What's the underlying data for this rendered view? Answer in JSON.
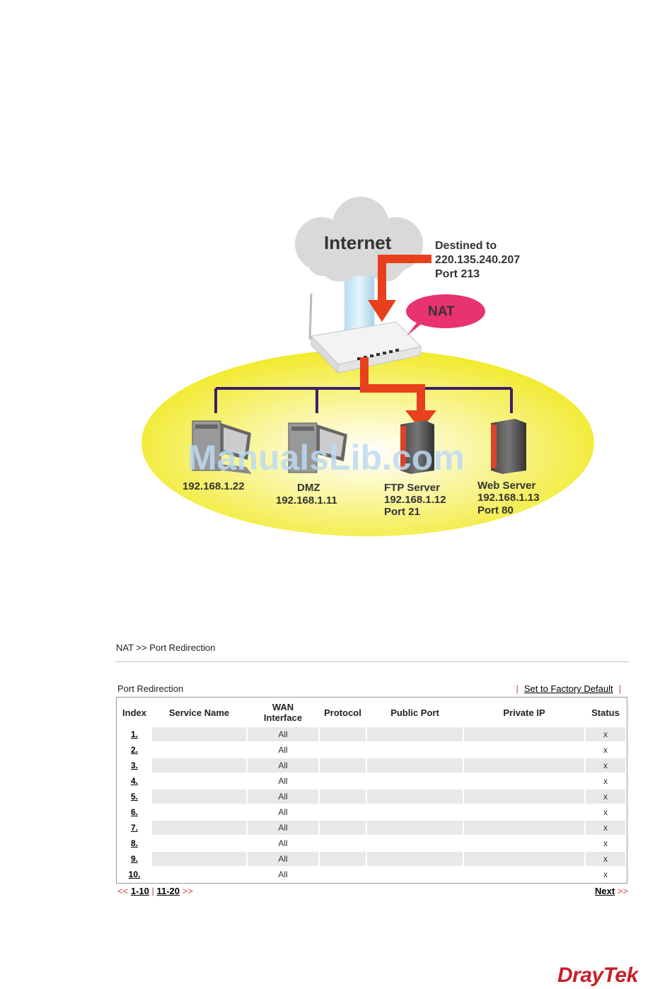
{
  "diagram": {
    "cloud_label": "Internet",
    "destination": [
      "Destined to",
      "220.135.240.207",
      "Port 213"
    ],
    "nat_bubble": "NAT",
    "hosts": [
      {
        "lines": [
          "192.168.1.22"
        ]
      },
      {
        "lines": [
          "DMZ",
          "192.168.1.11"
        ]
      },
      {
        "lines": [
          "FTP Server",
          "192.168.1.12",
          "Port 21"
        ]
      },
      {
        "lines": [
          "Web Server",
          "192.168.1.13",
          "Port 80"
        ]
      }
    ],
    "watermark": "ManualsLib.com",
    "colors": {
      "arrow": "#e8401c",
      "ellipse": "#f4ee3a",
      "nat": "#e8336f",
      "bus": "#3a1f6e"
    }
  },
  "breadcrumb": "NAT >> Port Redirection",
  "section_title": "Port Redirection",
  "factory_default_link": "Set to Factory Default",
  "table": {
    "headers": [
      "Index",
      "Service Name",
      "WAN\nInterface",
      "Protocol",
      "Public Port",
      "Private IP",
      "Status"
    ],
    "rows": [
      {
        "index": "1.",
        "service": "",
        "wan": "All",
        "protocol": "",
        "public_port": "",
        "private_ip": "",
        "status": "x"
      },
      {
        "index": "2.",
        "service": "",
        "wan": "All",
        "protocol": "",
        "public_port": "",
        "private_ip": "",
        "status": "x"
      },
      {
        "index": "3.",
        "service": "",
        "wan": "All",
        "protocol": "",
        "public_port": "",
        "private_ip": "",
        "status": "x"
      },
      {
        "index": "4.",
        "service": "",
        "wan": "All",
        "protocol": "",
        "public_port": "",
        "private_ip": "",
        "status": "x"
      },
      {
        "index": "5.",
        "service": "",
        "wan": "All",
        "protocol": "",
        "public_port": "",
        "private_ip": "",
        "status": "x"
      },
      {
        "index": "6.",
        "service": "",
        "wan": "All",
        "protocol": "",
        "public_port": "",
        "private_ip": "",
        "status": "x"
      },
      {
        "index": "7.",
        "service": "",
        "wan": "All",
        "protocol": "",
        "public_port": "",
        "private_ip": "",
        "status": "x"
      },
      {
        "index": "8.",
        "service": "",
        "wan": "All",
        "protocol": "",
        "public_port": "",
        "private_ip": "",
        "status": "x"
      },
      {
        "index": "9.",
        "service": "",
        "wan": "All",
        "protocol": "",
        "public_port": "",
        "private_ip": "",
        "status": "x"
      },
      {
        "index": "10.",
        "service": "",
        "wan": "All",
        "protocol": "",
        "public_port": "",
        "private_ip": "",
        "status": "x"
      }
    ]
  },
  "pager": {
    "prev_symbol": "<<",
    "pages": [
      "1-10",
      "11-20"
    ],
    "next_symbol": ">>",
    "next_label": "Next"
  },
  "brand": "DrayTek"
}
